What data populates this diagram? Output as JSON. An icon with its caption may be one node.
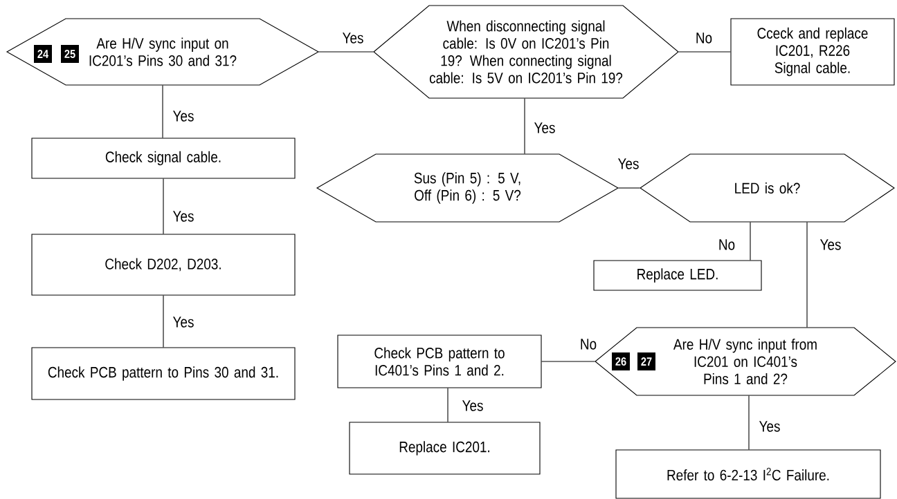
{
  "diagram": {
    "nodes": [
      {
        "text": [
          "Are H/V sync input on IC201’s Pins 30 and 31?"
        ]
      },
      {
        "text": [
          "When disconnecting signal cable: Is 0V on IC201’s Pin 19? When connecting signal cable: Is 5V on IC201’s Pin 19?"
        ]
      },
      {
        "text": [
          "Cceck and replace IC201, R226 Signal cable."
        ]
      },
      {
        "text": [
          "Check signal cable."
        ]
      },
      {
        "text": [
          "Check D202, D203."
        ]
      },
      {
        "text": [
          "Check PCB pattern to Pins 30 and 31."
        ]
      },
      {
        "text": [
          "Sus (Pin 5) : 5 V, Off (Pin 6) : 5 V?"
        ]
      },
      {
        "text": [
          "LED is ok?"
        ]
      },
      {
        "text": [
          "Replace LED."
        ]
      },
      {
        "text": [
          "Check PCB pattern to IC401’s Pins 1 and 2."
        ]
      },
      {
        "text": [
          "Are H/V sync input from IC201 on IC401’s Pins 1 and 2?"
        ]
      },
      {
        "text": [
          "Replace IC201."
        ]
      },
      {
        "text": [
          "Refer to 6-2-13 I$^{2}$C Failure."
        ]
      }
    ],
    "edges": [
      {
        "from": 0,
        "to": 1,
        "arrow": "none",
        "label": "Yes"
      },
      {
        "from": 1,
        "to": 2,
        "arrow": "none",
        "label": "No"
      },
      {
        "from": 0,
        "to": 3,
        "arrow": "none",
        "label": "Yes"
      },
      {
        "from": 3,
        "to": 4,
        "arrow": "none",
        "label": "Yes"
      },
      {
        "from": 4,
        "to": 5,
        "arrow": "none",
        "label": "Yes"
      },
      {
        "from": 1,
        "to": 6,
        "arrow": "none",
        "label": "Yes"
      },
      {
        "from": 6,
        "to": 7,
        "arrow": "none",
        "label": "Yes"
      },
      {
        "from": 7,
        "to": 8,
        "arrow": "none",
        "label": "No"
      },
      {
        "from": 7,
        "to": 10,
        "arrow": "none",
        "label": "Yes"
      },
      {
        "from": 10,
        "to": 9,
        "arrow": "none",
        "label": "No"
      },
      {
        "from": 9,
        "to": 11,
        "arrow": "none",
        "label": "Yes"
      },
      {
        "from": 10,
        "to": 12,
        "arrow": "none",
        "label": "Yes"
      }
    ],
    "labels": [
      "24",
      "25",
      "26",
      "27"
    ]
  }
}
